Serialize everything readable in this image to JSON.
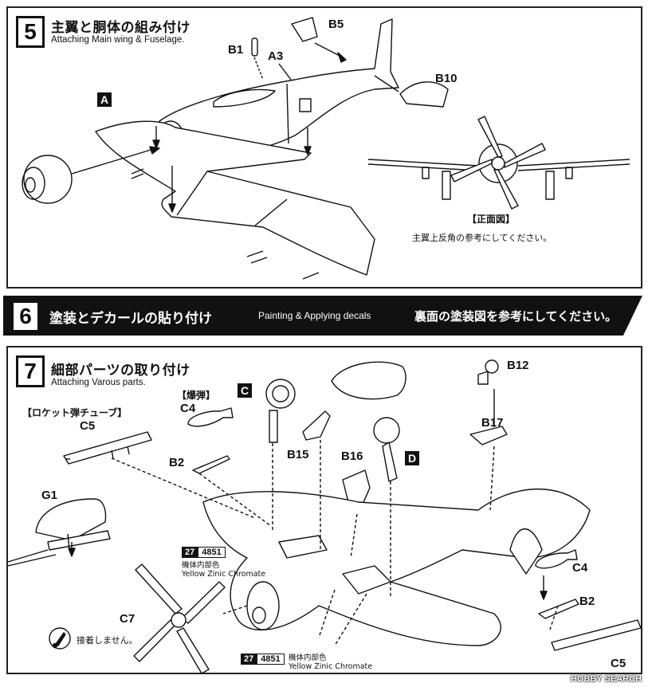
{
  "step5": {
    "number": "5",
    "title_jp": "主翼と胴体の組み付け",
    "title_en": "Attaching Main wing & Fuselage.",
    "labels": {
      "b1": "B1",
      "a3": "A3",
      "b5": "B5",
      "b10": "B10",
      "a": "A"
    },
    "front_view_title": "【正面図】",
    "front_view_note": "主翼上反角の参考にしてください。"
  },
  "step6": {
    "number": "6",
    "title_jp": "塗装とデカールの貼り付け",
    "title_en": "Painting & Applying decals",
    "note": "裏面の塗装図を参考にしてください。"
  },
  "step7": {
    "number": "7",
    "title_jp": "細部パーツの取り付け",
    "title_en": "Attaching Varous parts.",
    "bomb_header": "【爆弾】",
    "rocket_header": "【ロケット弾チューブ】",
    "labels": {
      "c4a": "C4",
      "c5a": "C5",
      "b2a": "B2",
      "c": "C",
      "b15": "B15",
      "b16": "B16",
      "d": "D",
      "b12": "B12",
      "b17": "B17",
      "g1": "G1",
      "c4b": "C4",
      "b2b": "B2",
      "c7": "C7",
      "c5b": "C5"
    },
    "color_ref_1": {
      "num": "27",
      "code": "4851",
      "jp": "機体内部色",
      "en": "Yellow Zinic Chromate"
    },
    "color_ref_2": {
      "num": "27",
      "code": "4851",
      "jp": "機体内部色",
      "en": "Yellow Zinic Chromate"
    },
    "caution": "接着しません。"
  },
  "watermark": "HOBBY SEARCH"
}
